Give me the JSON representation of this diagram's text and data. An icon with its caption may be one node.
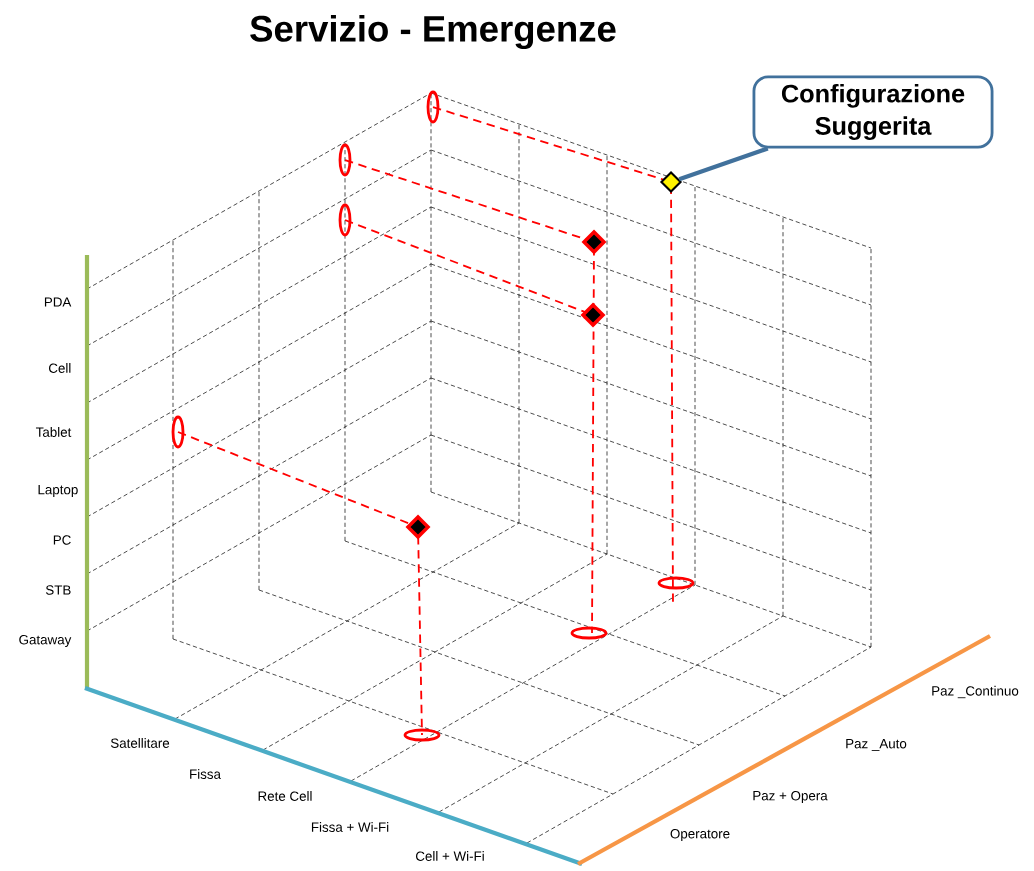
{
  "diagram": {
    "title": "Servizio - Emergenze",
    "nodes": [
      {
        "text": [
          "Configurazione Suggerita"
        ]
      },
      {
        "text": [],
        "shape": "diamond"
      }
    ],
    "edges": [
      {
        "from": 0,
        "to": 1,
        "arrow": "none"
      }
    ],
    "labels": [
      "PDA",
      "Cell",
      "Tablet",
      "Laptop",
      "PC",
      "STB",
      "Gataway",
      "Satellitare",
      "Fissa",
      "Rete Cell",
      "Fissa + Wi-Fi",
      "Cell + Wi-Fi",
      "Paz _Continuo",
      "Paz _Auto",
      "Paz + Opera",
      "Operatore"
    ]
  }
}
